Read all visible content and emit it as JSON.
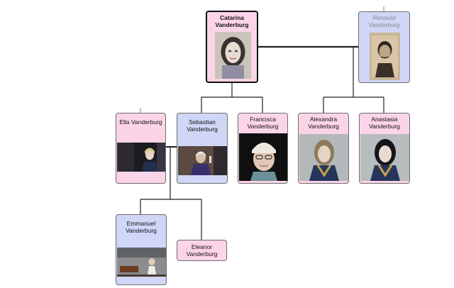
{
  "people": {
    "catarina": {
      "name": "Catarina Vanderburg",
      "line1": "Catarina",
      "line2": "Vanderburg",
      "icon": "portrait-photo"
    },
    "renauld": {
      "name": "Renauld Vanderburg",
      "line1": "Renauld",
      "line2": "Vanderburg",
      "icon": "portrait-photo"
    },
    "ella": {
      "name": "Ella Vanderburg",
      "line1": "Ella Vanderburg",
      "icon": "portrait-photo"
    },
    "sebastian": {
      "name": "Sebastian Vanderburg",
      "line1": "Sebastian",
      "line2": "Vanderburg",
      "icon": "portrait-photo"
    },
    "francisca": {
      "name": "Francisca Vanderburg",
      "line1": "Francisca",
      "line2": "Vanderburg",
      "icon": "portrait-photo"
    },
    "alexandra": {
      "name": "Alexandra Vanderburg",
      "line1": "Alexandra",
      "line2": "Vanderburg",
      "icon": "portrait-photo"
    },
    "anastasia": {
      "name": "Anastasia Vanderburg",
      "line1": "Anastasia",
      "line2": "Vanderburg",
      "icon": "portrait-photo"
    },
    "emmanuel": {
      "name": "Emmanuel Vanderburg",
      "line1": "Emmanuel",
      "line2": "Vanderburg",
      "icon": "portrait-photo"
    },
    "eleanor": {
      "name": "Eleanor Vanderburg",
      "line1": "Eleanor",
      "line2": "Vanderburg"
    }
  },
  "colors": {
    "female": "#fbd4e7",
    "male": "#cfd6f6",
    "line": "#222222",
    "border": "#6d6d6d"
  }
}
